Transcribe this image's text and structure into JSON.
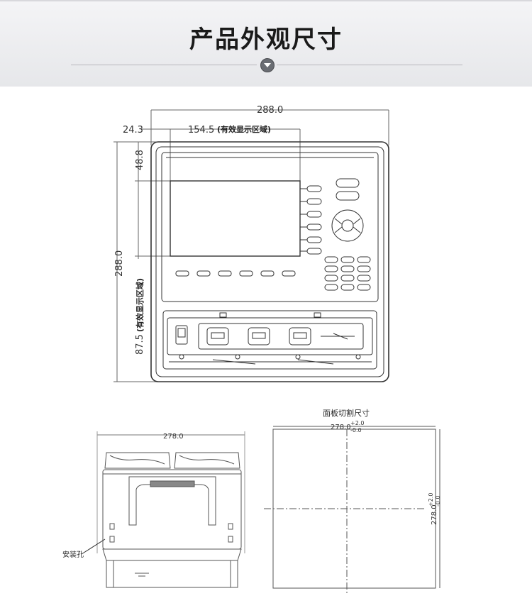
{
  "header": {
    "title": "产品外观尺寸"
  },
  "front_view": {
    "width_label": "288.0",
    "offset_label": "24.3",
    "display_width_label": "154.5",
    "display_width_note": "(有效显示区域)",
    "height_label": "288.0",
    "top_offset_label": "48.8",
    "display_height_label": "87.5",
    "display_height_note": "(有效显示区域)"
  },
  "side_view": {
    "width_label": "278.0",
    "mount_hole_label": "安装孔"
  },
  "cutout_view": {
    "title": "面板切割尺寸",
    "width_label": "278.0",
    "width_tol_plus": "+2.0",
    "width_tol_minus": "-0.0",
    "height_label": "278.0",
    "height_tol_plus": "+2.0",
    "height_tol_minus": "-0.0"
  }
}
